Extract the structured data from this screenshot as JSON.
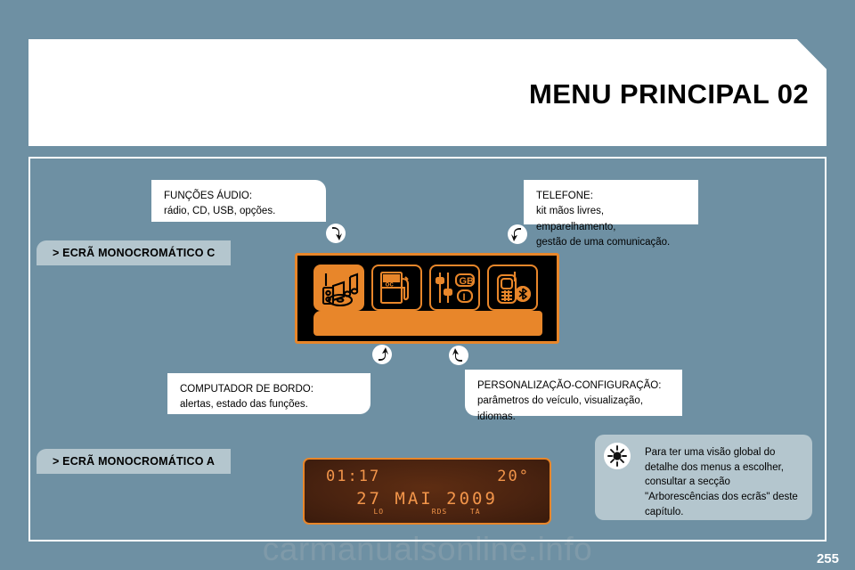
{
  "page": {
    "background_color": "#6e90a3",
    "number": "255",
    "watermark": "carmanualsonline.info"
  },
  "header": {
    "title": "MENU PRINCIPAL  02"
  },
  "sections": [
    {
      "id": "screen-c",
      "label": "> ECRÃ MONOCROMÁTICO C"
    },
    {
      "id": "screen-a",
      "label": "> ECRÃ MONOCROMÁTICO A"
    }
  ],
  "callouts": {
    "audio": {
      "title": "FUNÇÕES ÁUDIO:",
      "detail": "rádio, CD, USB, opções."
    },
    "telefone": {
      "title": "TELEFONE:",
      "detail_line1": "kit mãos livres, emparelhamento,",
      "detail_line2": "gestão de uma comunicação."
    },
    "computador": {
      "title": "COMPUTADOR DE BORDO:",
      "detail": "alertas, estado das funções."
    },
    "personalizacao": {
      "title": "PERSONALIZAÇÃO-CONFIGURAÇÃO:",
      "detail_line1": "parâmetros do veículo, visualização,",
      "detail_line2": "idiomas."
    }
  },
  "screen_c": {
    "border_color": "#e8862a",
    "background_color": "#000000",
    "icons": [
      {
        "name": "audio-icon",
        "selected": true,
        "label": ""
      },
      {
        "name": "fuel-pump-icon",
        "selected": false,
        "label": "oc"
      },
      {
        "name": "settings-sliders-icon",
        "selected": false,
        "label_top": "GB",
        "label_bottom": "I"
      },
      {
        "name": "phone-bluetooth-icon",
        "selected": false,
        "label": ""
      }
    ]
  },
  "screen_a": {
    "border_color": "#e8862a",
    "text_color": "#f2954a",
    "time": "01:17",
    "temperature": "20°",
    "date": "27 MAI 2009",
    "flags": [
      "LO",
      "RDS",
      "TA"
    ]
  },
  "tip": {
    "icon": "lightbulb-icon",
    "text": "Para ter uma visão global do detalhe dos menus a escolher, consultar a secção \"Arborescências dos ecrãs\" deste capítulo."
  }
}
